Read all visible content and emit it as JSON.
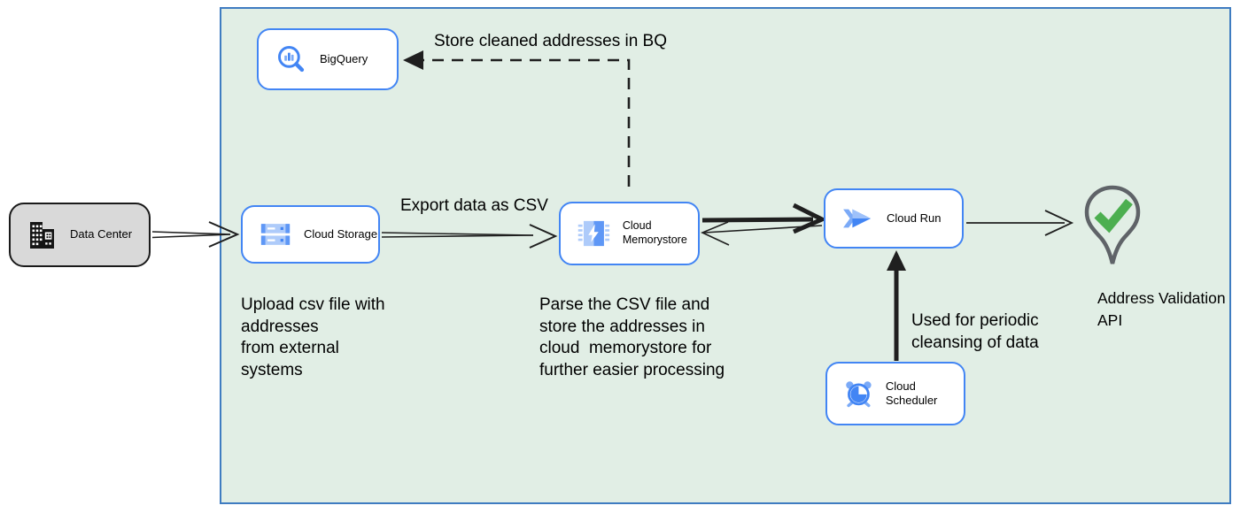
{
  "diagram": {
    "nodes": {
      "data_center": {
        "label": "Data Center",
        "icon": "building-icon"
      },
      "bigquery": {
        "label": "BigQuery",
        "icon": "bigquery-magnifier-icon"
      },
      "cloud_storage": {
        "label": "Cloud Storage",
        "icon": "storage-disks-icon"
      },
      "cloud_memorystore": {
        "label": "Cloud Memorystore",
        "icon": "memorystore-chip-icon"
      },
      "cloud_run": {
        "label": "Cloud Run",
        "icon": "cloud-run-arrows-icon"
      },
      "cloud_scheduler": {
        "label": "Cloud Scheduler",
        "icon": "alarm-clock-icon"
      },
      "address_validation_api": {
        "label": "Address Validation\nAPI",
        "icon": "location-pin-check-icon"
      }
    },
    "edge_labels": {
      "store_in_bq": "Store cleaned addresses in BQ",
      "export_csv": "Export data as CSV",
      "scheduler_purpose": "Used for periodic\ncleansing of data"
    },
    "notes": {
      "upload": "Upload csv file with\naddresses\nfrom external\nsystems",
      "parse": "Parse the CSV file and\nstore the addresses in\ncloud  memorystore for\nfurther easier processing"
    },
    "colors": {
      "zone_fill": "#e1eee5",
      "zone_border": "#3f7cc1",
      "node_border": "#4285f4",
      "node_fill": "#ffffff",
      "external_fill": "#d9d9d9",
      "external_border": "#1a1a1a",
      "edge_color": "#1f1f1f",
      "icon_blue": "#4285f4",
      "icon_blue_light": "#aecbfa",
      "check_green": "#4caf50",
      "pin_outline": "#5f6368",
      "text_color": "#000000"
    }
  }
}
